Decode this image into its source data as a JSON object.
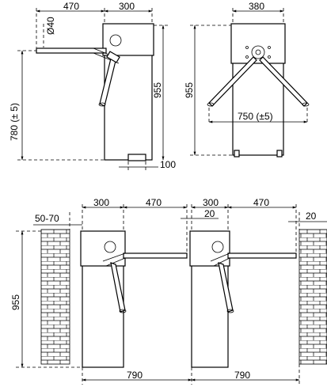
{
  "side_view": {
    "dim_arm_length": "470",
    "dim_pillar_width": "300",
    "dim_diameter": "Ø40",
    "dim_total_height": "955",
    "dim_arm_height": "780 (± 5)",
    "dim_base": "100"
  },
  "front_view": {
    "dim_width": "380",
    "dim_height": "955",
    "dim_arm_span": "750 (±5)"
  },
  "layout_view": {
    "dim_wall_gap": "50-70",
    "dim_unit1_pillar": "300",
    "dim_unit1_arm": "470",
    "dim_unit2_pillar": "300",
    "dim_unit2_gap": "20",
    "dim_unit2_arm": "470",
    "dim_right_gap": "20",
    "dim_height": "955",
    "dim_lane1": "790",
    "dim_lane2": "790"
  }
}
